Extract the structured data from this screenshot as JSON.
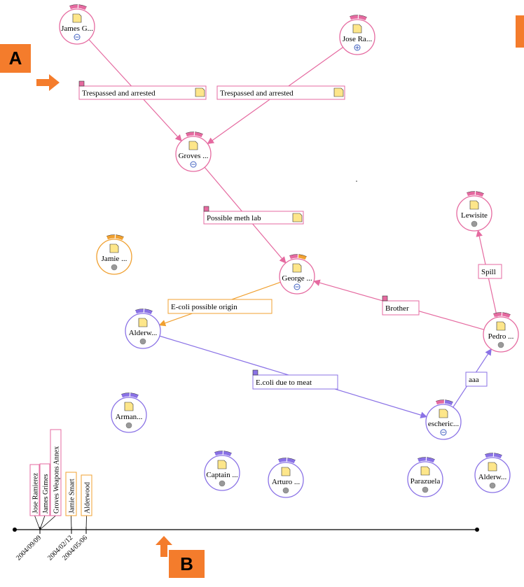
{
  "colors": {
    "pink": "#e56aa0",
    "purple": "#8a72e6",
    "orange": "#f0a030",
    "accent": "#f47c2c",
    "note": "#fde68a"
  },
  "markers": {
    "a_label": "A",
    "b_label": "B"
  },
  "nodes": [
    {
      "id": "james",
      "label": "James G...",
      "color": "pink",
      "control": "minus"
    },
    {
      "id": "jose",
      "label": "Jose Ra...",
      "color": "pink",
      "control": "plus"
    },
    {
      "id": "groves",
      "label": "Groves ...",
      "color": "pink",
      "control": "minus"
    },
    {
      "id": "lewisite",
      "label": "Lewisite",
      "color": "pink",
      "control": "dot"
    },
    {
      "id": "jamie",
      "label": "Jamie ...",
      "color": "orange",
      "control": "dot"
    },
    {
      "id": "george",
      "label": "George ...",
      "color": "pink",
      "control": "minus"
    },
    {
      "id": "alderw1",
      "label": "Alderw...",
      "color": "purple",
      "control": "dot"
    },
    {
      "id": "pedro",
      "label": "Pedro ...",
      "color": "pink",
      "control": "dot"
    },
    {
      "id": "arman",
      "label": "Arman...",
      "color": "purple",
      "control": "dot"
    },
    {
      "id": "escheric",
      "label": "escheric...",
      "color": "purple",
      "control": "minus"
    },
    {
      "id": "captain",
      "label": "Captain ...",
      "color": "purple",
      "control": "dot"
    },
    {
      "id": "arturo",
      "label": "Arturo ...",
      "color": "purple",
      "control": "dot"
    },
    {
      "id": "parazuela",
      "label": "Parazuela",
      "color": "purple",
      "control": "dot"
    },
    {
      "id": "alderw2",
      "label": "Alderw...",
      "color": "purple",
      "control": "dot"
    }
  ],
  "edges": [
    {
      "from": "james",
      "to": "groves",
      "color": "pink",
      "label": "Trespassed and arrested",
      "note": true,
      "tag": true
    },
    {
      "from": "jose",
      "to": "groves",
      "color": "pink",
      "label": "Trespassed and arrested",
      "note": true,
      "tag": false
    },
    {
      "from": "groves",
      "to": "george",
      "color": "pink",
      "label": "Possible meth lab",
      "note": true,
      "tag": true
    },
    {
      "from": "alderw1",
      "to": "george",
      "color": "orange",
      "label": "E-coli possible origin",
      "note": false,
      "tag": false,
      "reverse": true
    },
    {
      "from": "pedro",
      "to": "george",
      "color": "pink",
      "label": "Brother",
      "note": false,
      "tag": true
    },
    {
      "from": "pedro",
      "to": "lewisite",
      "color": "pink",
      "label": "Spill",
      "note": false,
      "tag": false
    },
    {
      "from": "alderw1",
      "to": "escheric",
      "color": "purple",
      "label": "E.coli due to meat",
      "note": false,
      "tag": true
    },
    {
      "from": "escheric",
      "to": "pedro",
      "color": "purple",
      "label": "aaa",
      "note": false,
      "tag": false
    }
  ],
  "timeline": {
    "dates": [
      "2004/09/09",
      "2004/02/12",
      "2004/05/06"
    ],
    "events": [
      {
        "label": "Jose Ramierez",
        "color": "pink"
      },
      {
        "label": "James Grimes",
        "color": "pink"
      },
      {
        "label": "Groves Weapons Annex",
        "color": "pink"
      },
      {
        "label": "Jamie Smart",
        "color": "orange"
      },
      {
        "label": "Alderwood",
        "color": "orange"
      }
    ]
  }
}
